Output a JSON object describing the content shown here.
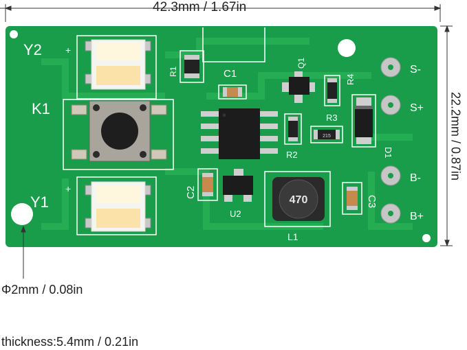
{
  "dimensions": {
    "width_label": "42.3mm / 1.67in",
    "height_label": "22.2mm / 0.87in",
    "hole_label": "Φ2mm / 0.08in",
    "thickness_label": "thickness:5.4mm / 0.21in"
  },
  "board": {
    "color": "#1a9d4a",
    "trace_color": "#2fbf5f",
    "silkscreen": {
      "led_top": "Y2",
      "led_bottom": "Y1",
      "switch": "K1",
      "plus": "+",
      "r1": "R1",
      "r2": "R2",
      "r3": "R3",
      "r4": "R4",
      "c1": "C1",
      "c2": "C2",
      "c3": "C3",
      "q1": "Q1",
      "u2": "U2",
      "d1": "D1",
      "l1": "L1",
      "pad_s_minus": "S-",
      "pad_s_plus": "S+",
      "pad_b_minus": "B-",
      "pad_b_plus": "B+"
    },
    "inductor_marking": "470",
    "diode_marking": "215"
  }
}
